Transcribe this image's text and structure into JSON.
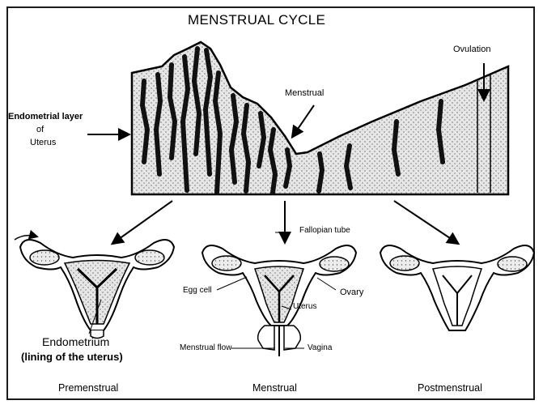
{
  "title": "MENSTRUAL CYCLE",
  "labels": {
    "endometrial_layer": "Endometrial layer",
    "endometrial_of": "of",
    "endometrial_uterus": "Uterus",
    "menstrual_top": "Menstrual",
    "ovulation": "Ovulation",
    "fallopian_tube": "Fallopian tube",
    "egg_cell": "Egg cell",
    "ovary": "Ovary",
    "uterus": "Uterus",
    "menstrual_flow": "Menstrual flow",
    "vagina": "Vagina",
    "endometrium": "Endometrium",
    "endometrium_sub": "(lining of the uterus)"
  },
  "stages": [
    "Premenstrual",
    "Menstrual",
    "Postmenstrual"
  ]
}
